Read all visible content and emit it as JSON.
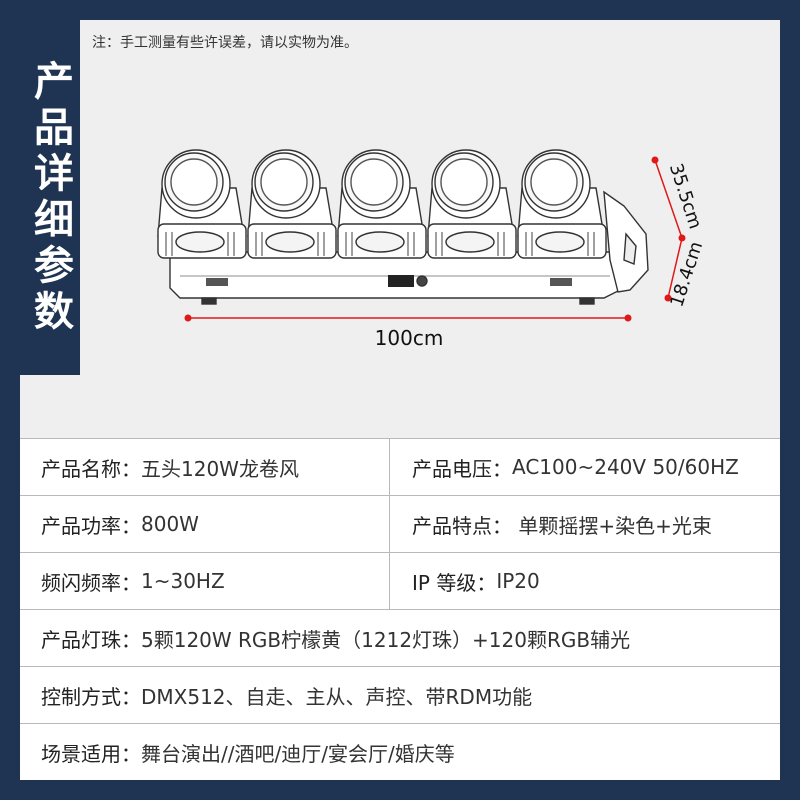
{
  "side_title": "产品详细参数",
  "note": "注：手工测量有些许误差，请以实物为准。",
  "dimensions": {
    "width": "100cm",
    "height": "35.5cm",
    "depth": "18.4cm"
  },
  "specs": {
    "row0": {
      "left_label": "产品名称：",
      "left_value": "五头120W龙卷风",
      "right_label": "产品电压：",
      "right_value": "AC100~240V 50/60HZ"
    },
    "row1": {
      "left_label": "产品功率：",
      "left_value": "800W",
      "right_label": "产品特点：",
      "right_value": " 单颗摇摆+染色+光束"
    },
    "row2": {
      "left_label": "频闪频率：",
      "left_value": "1~30HZ",
      "right_label": "IP 等级：",
      "right_value": "IP20"
    },
    "row3": {
      "label": "产品灯珠：",
      "value": "5颗120W RGB柠檬黄（1212灯珠）+120颗RGB辅光"
    },
    "row4": {
      "label": "控制方式：",
      "value": "DMX512、自走、主从、声控、带RDM功能"
    },
    "row5": {
      "label": "场景适用：",
      "value": "舞台演出//酒吧/迪厅/宴会厅/婚庆等"
    }
  },
  "colors": {
    "background": "#1e3452",
    "dimension_red": "#e01818",
    "panel": "#efefef"
  }
}
